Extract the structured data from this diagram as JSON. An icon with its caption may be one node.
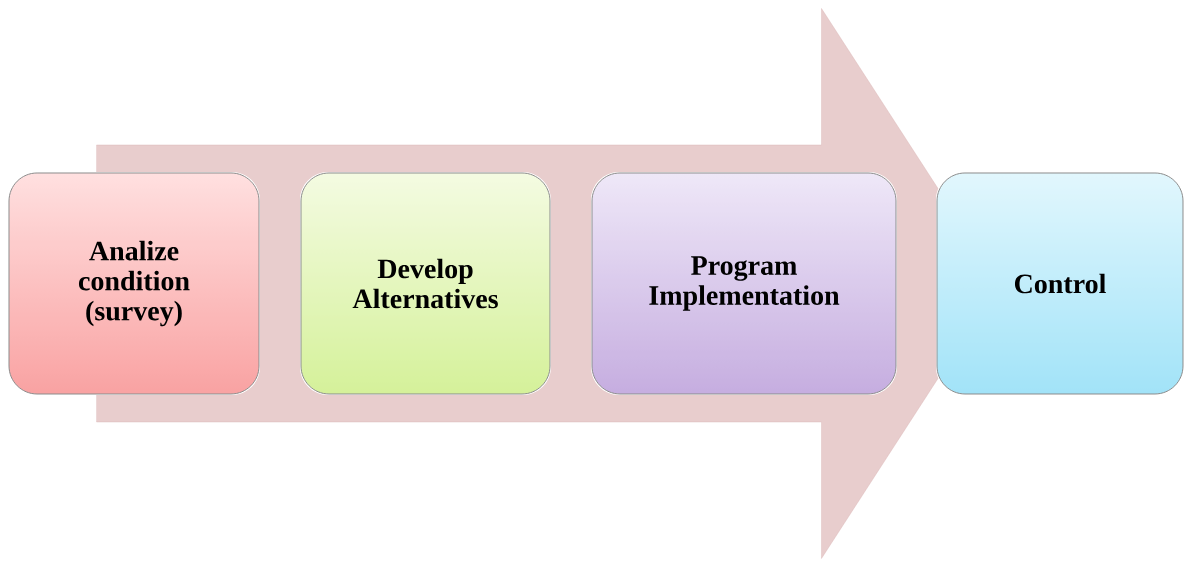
{
  "diagram": {
    "nodes": [
      {
        "text": [
          "Analize condition (survey)"
        ]
      },
      {
        "text": [
          "Develop Alternatives"
        ]
      },
      {
        "text": [
          "Program Implementation"
        ]
      },
      {
        "text": [
          "Control"
        ]
      }
    ],
    "edges": [
      {
        "from": 0,
        "to": 3,
        "arrow": "to"
      }
    ]
  }
}
